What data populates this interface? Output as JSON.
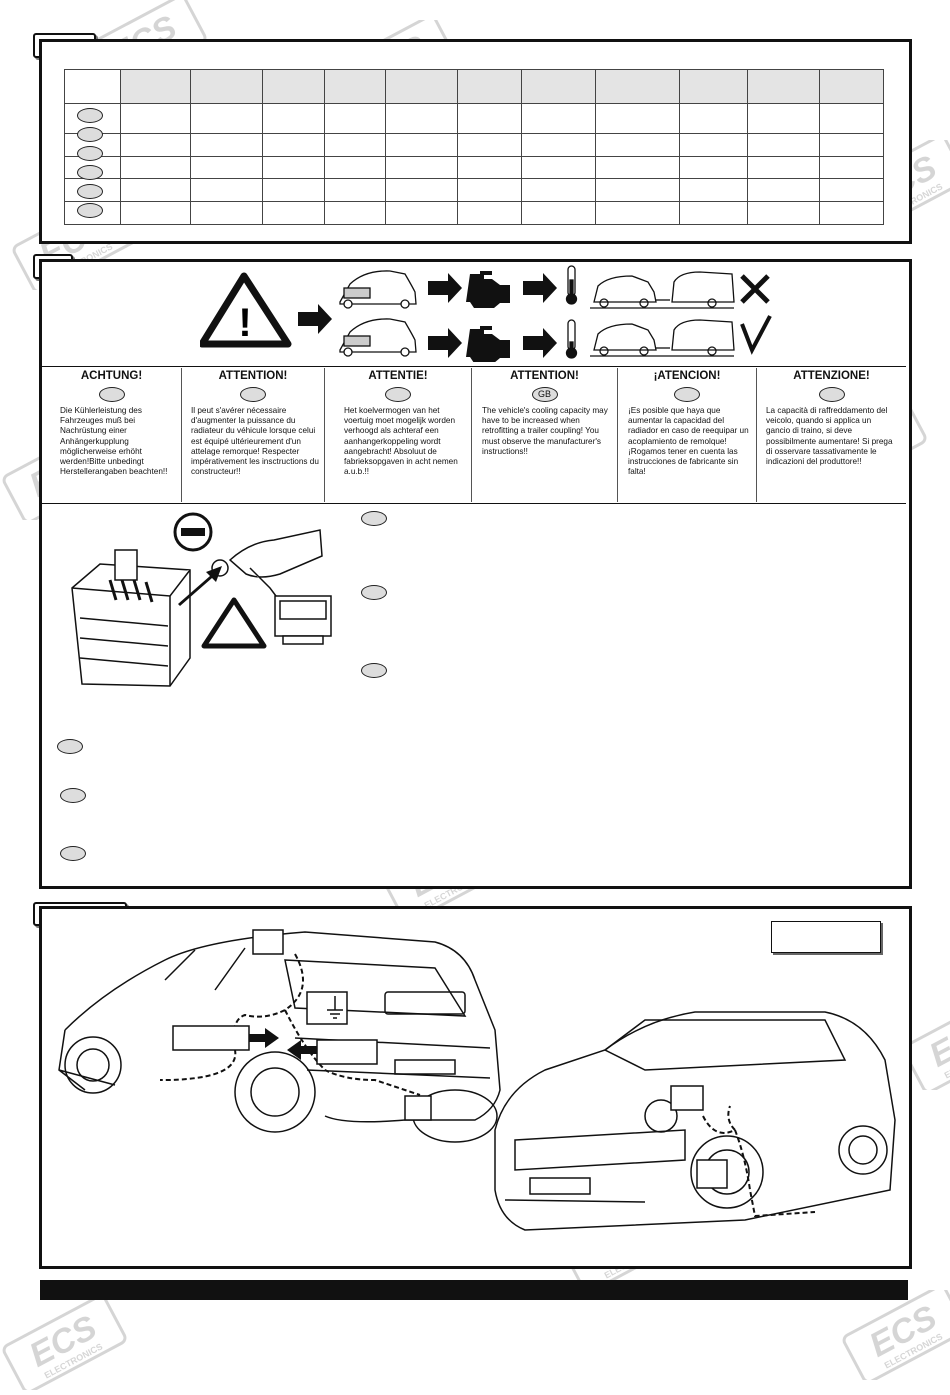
{
  "watermark": {
    "brand": "ECS",
    "sub": "ELECTRONICS"
  },
  "warnings": [
    {
      "title": "ACHTUNG!",
      "badge": "",
      "text": "Die Kühlerleistung des Fahrzeuges muß bei Nachrüstung einer Anhängerkupplung möglicherweise erhöht werden!Bitte unbedingt Herstellerangaben beachten!!"
    },
    {
      "title": "ATTENTION!",
      "badge": "",
      "text": "Il peut s'avérer nécessaire d'augmenter la puissance du radiateur du véhicule lorsque celui est équipé ultérieurement d'un attelage remorque! Respecter impérativement les insctructions du constructeur!!"
    },
    {
      "title": "ATTENTIE!",
      "badge": "",
      "text": "Het koelvermogen van het voertuig moet mogelijk worden verhoogd als achteraf een aanhangerkoppeling wordt aangebracht! Absoluut de fabrieksopgaven in acht nemen a.u.b.!!"
    },
    {
      "title": "ATTENTION!",
      "badge": "GB",
      "text": "The vehicle's cooling capacity may have to be increased when retrofitting a trailer coupling! You must observe the manufacturer's instructions!!"
    },
    {
      "title": "¡ATENCION!",
      "badge": "",
      "text": "¡Es posible que haya que aumentar la capacidad del radiador en caso de reequipar un acoplamiento de remolque! ¡Rogamos tener en cuenta las instrucciones de fabricante sin falta!"
    },
    {
      "title": "ATTENZIONE!",
      "badge": "",
      "text": "La capacità di raffreddamento del veicolo, quando si applica un gancio di traino, si deve possibilmente aumentare! Si prega di osservare tassativamente le indicazioni del produttore!!"
    }
  ],
  "icons": {
    "warning": "warning-triangle-icon",
    "engine": "engine-check-icon",
    "thermometer": "thermometer-icon",
    "ok": "check-mark-icon",
    "not_ok": "x-mark-icon",
    "battery_minus": "minus-icon",
    "ground": "ground-symbol-icon"
  },
  "colors": {
    "ink": "#111111",
    "oval_fill": "#dddddd",
    "table_header": "#e4e4e4",
    "footer_bar": "#111111"
  }
}
